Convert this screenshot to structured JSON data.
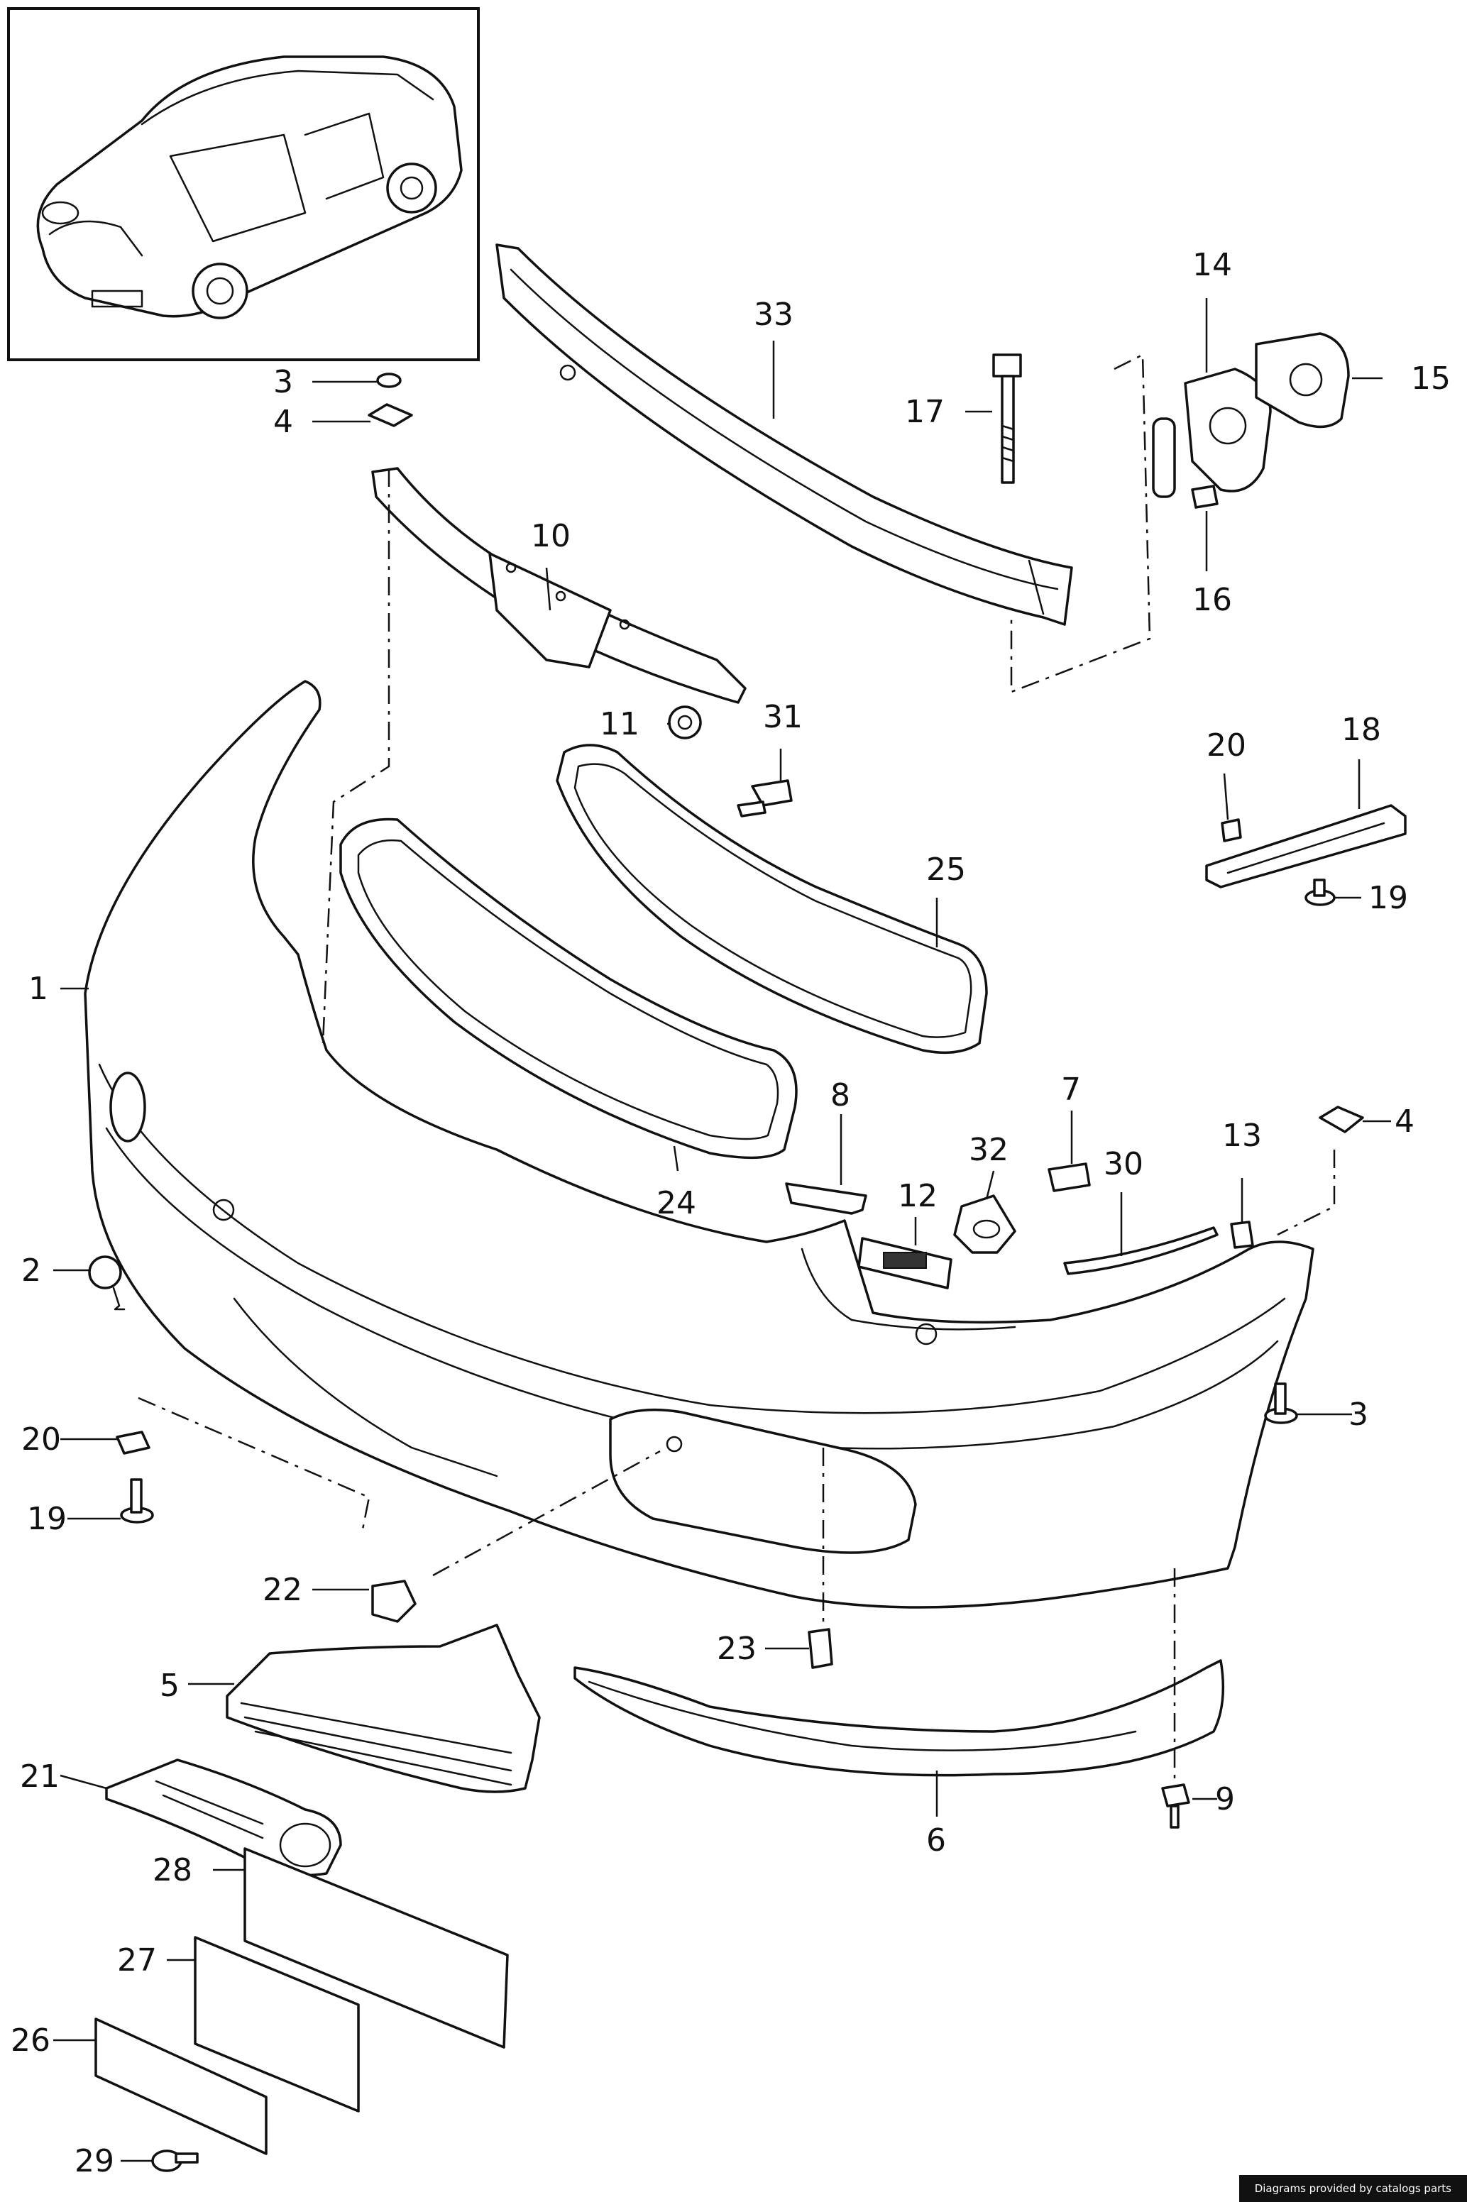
{
  "diagram": {
    "callouts": [
      "1",
      "2",
      "3",
      "3",
      "4",
      "4",
      "5",
      "6",
      "7",
      "8",
      "9",
      "10",
      "11",
      "12",
      "13",
      "14",
      "15",
      "16",
      "17",
      "18",
      "19",
      "19",
      "20",
      "20",
      "21",
      "22",
      "23",
      "24",
      "25",
      "26",
      "27",
      "28",
      "29",
      "30",
      "31",
      "32",
      "33"
    ]
  },
  "footer": {
    "credit": "Diagrams provided by catalogs parts"
  },
  "colors": {
    "line": "#111111",
    "background": "#ffffff",
    "credit_bg": "#111111"
  }
}
